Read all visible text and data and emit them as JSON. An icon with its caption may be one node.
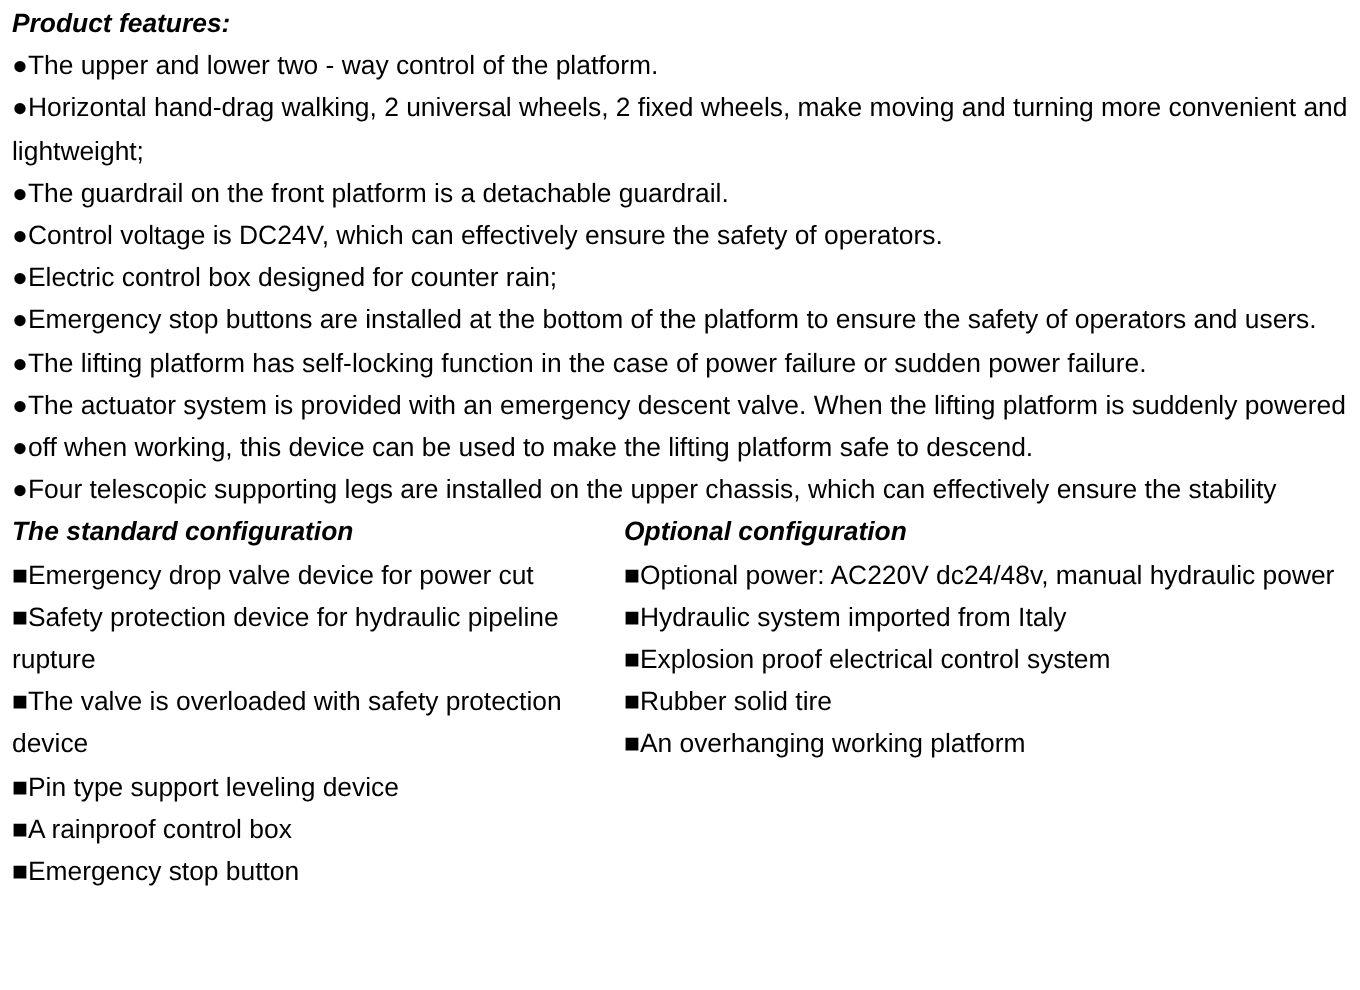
{
  "diagram": {
    "labels": [
      "Product features:",
      "●The upper and lower two - way control of the platform.",
      "●Horizontal hand-drag walking, 2 universal wheels, 2 fixed wheels, make moving and turning more convenient and lightweight;",
      "●The guardrail on the front platform is a detachable guardrail.",
      "●Control voltage is DC24V, which can effectively ensure the safety of operators.",
      "●Electric control box designed for counter rain;",
      "●Emergency stop buttons are installed at the bottom of the platform to ensure the safety of operators and users.",
      "●The lifting platform has self-locking function in the case of power failure or sudden power failure.",
      "●The actuator system is provided with an emergency descent valve. When the lifting platform is suddenly powered ●off when working, this device can be used to make the lifting platform safe to descend.",
      "●Four telescopic supporting legs are installed on the upper chassis, which can effectively ensure the stability",
      "The standard configuration",
      "Optional configuration",
      "■Emergency drop valve device for power cut",
      "■Optional power: AC220V dc24/48v, manual hydraulic power",
      "■Safety protection device for hydraulic pipeline rupture",
      "■Hydraulic system imported from Italy",
      "■The valve is overloaded with safety protection device",
      "■Explosion proof electrical control system",
      "■Pin type support leveling device",
      "■Rubber solid tire",
      "■A rainproof control box",
      "■An overhanging working platform",
      "■Emergency stop button"
    ]
  }
}
